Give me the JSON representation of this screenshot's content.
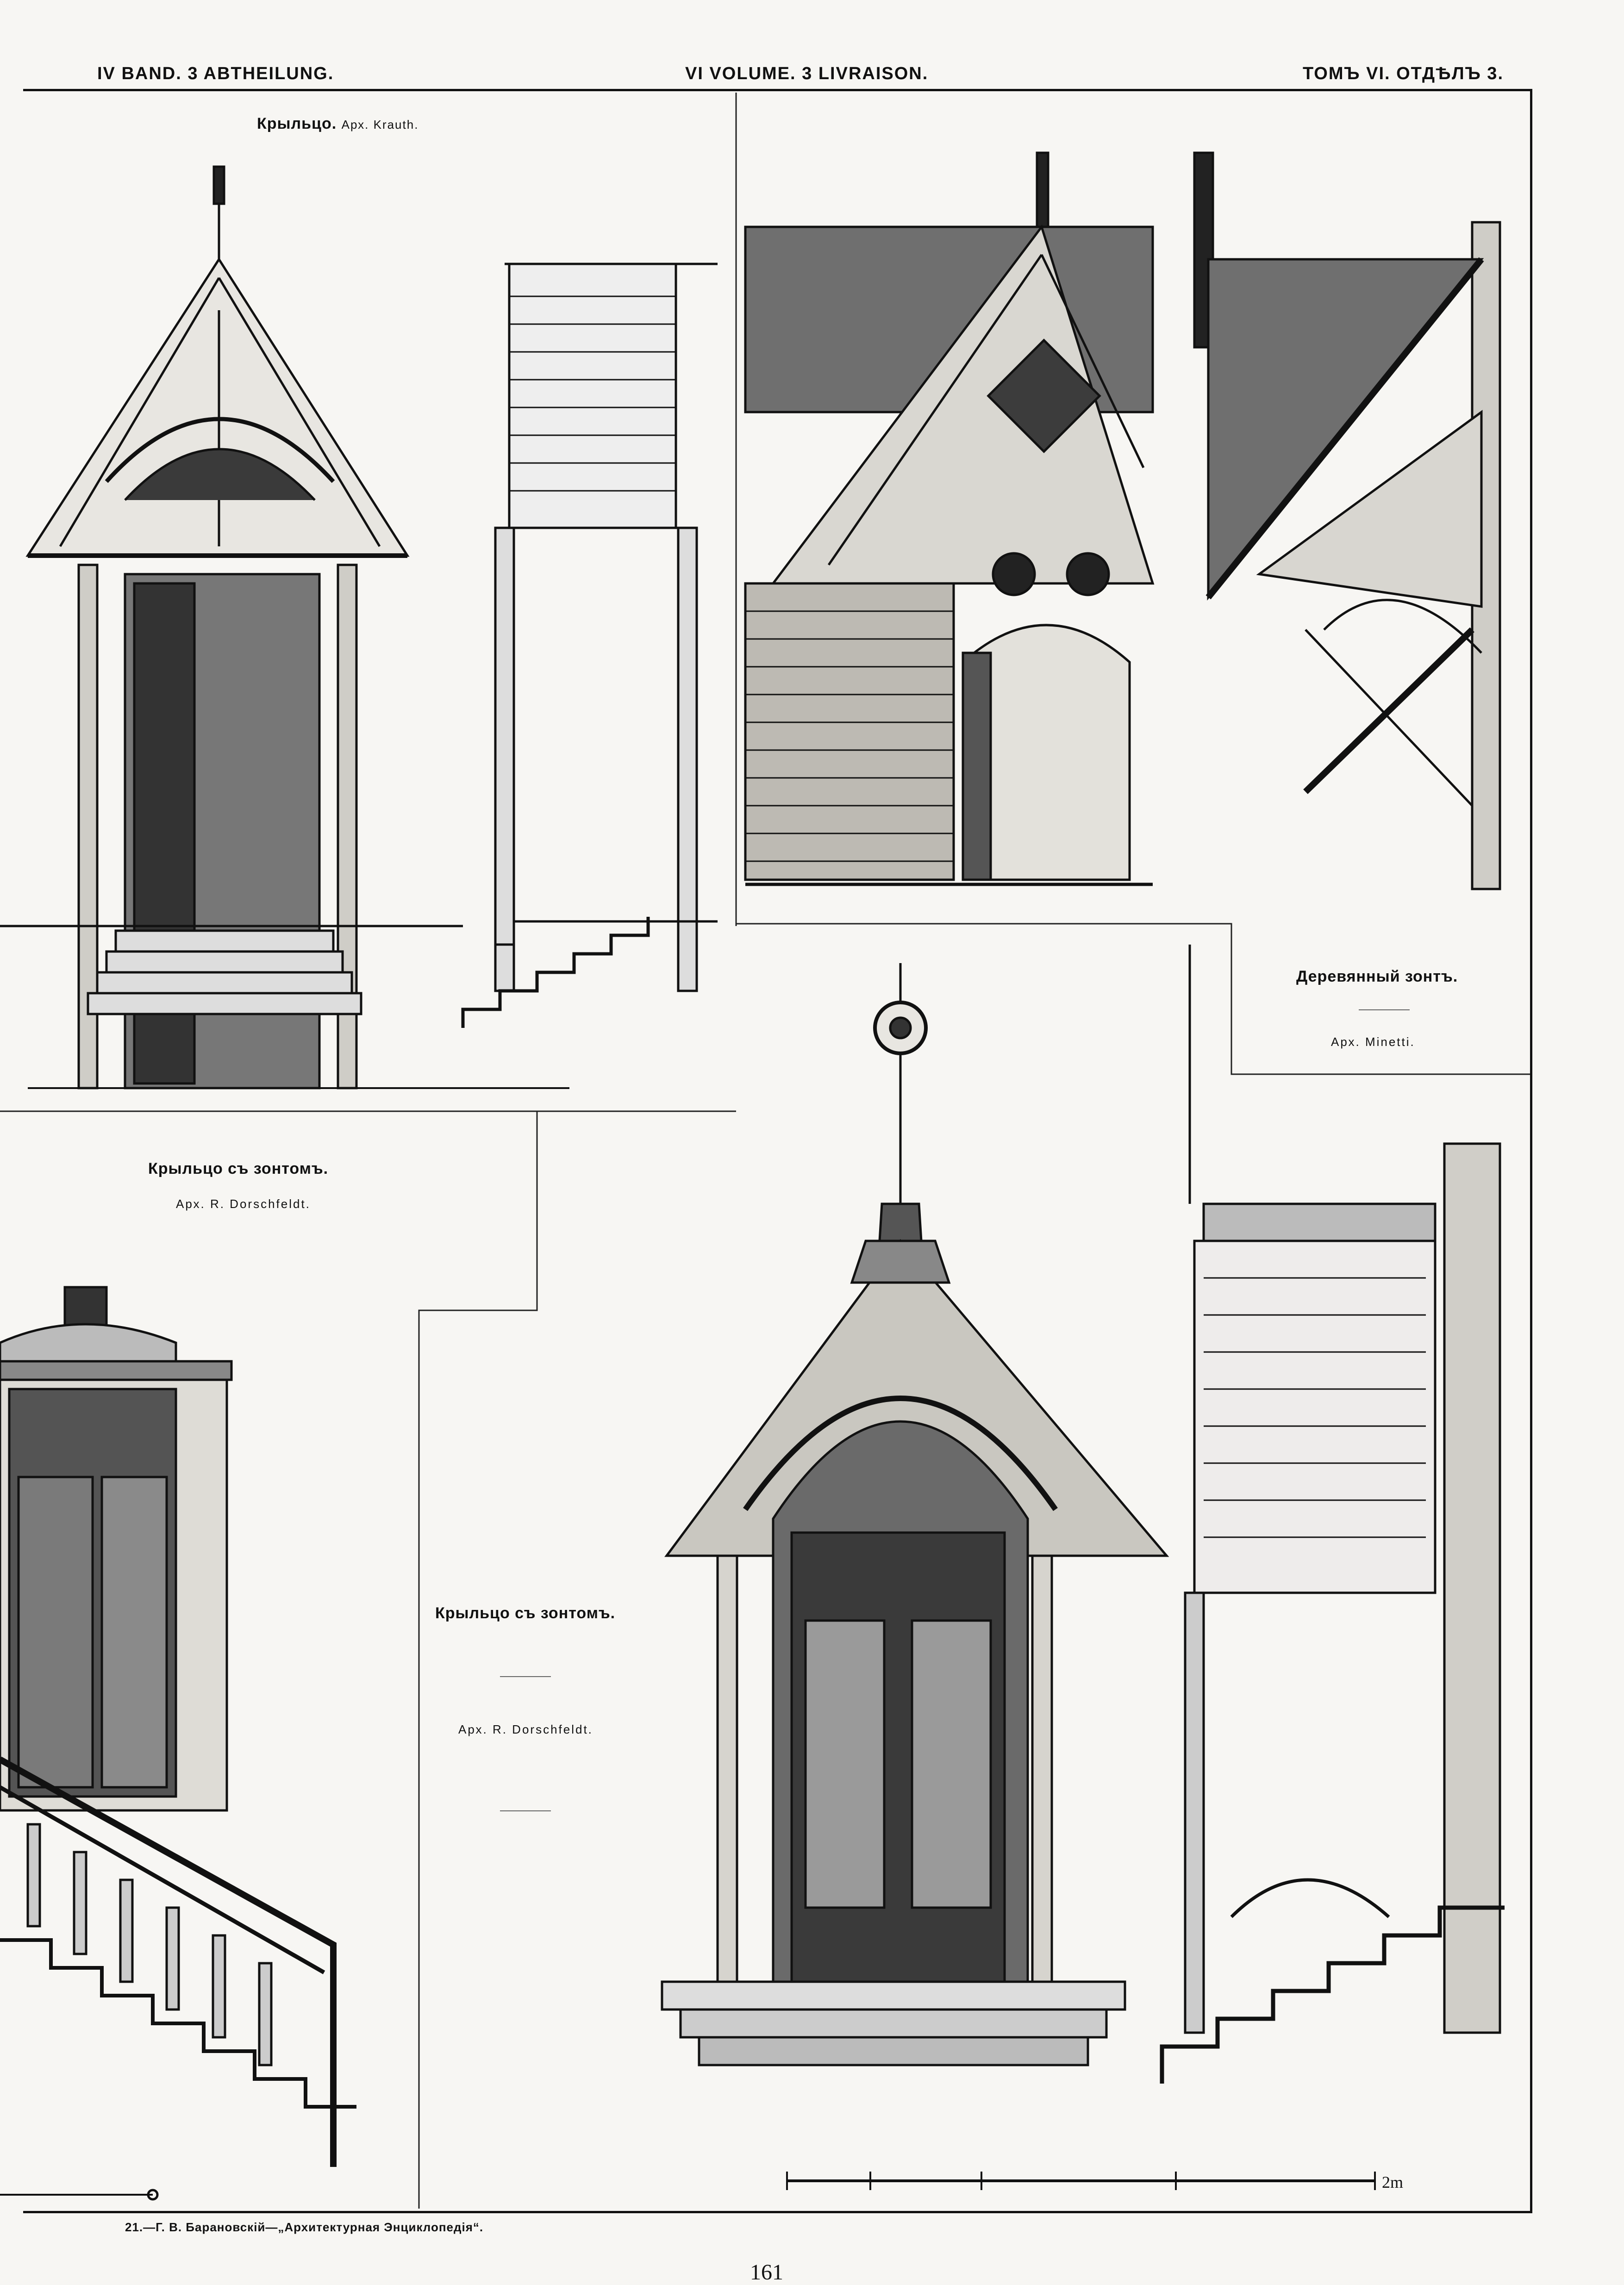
{
  "header": {
    "left": "IV BAND. 3 ABTHEILUNG.",
    "center": "VI VOLUME. 3 LIVRAISON.",
    "right": "ТОМЪ VI. ОТДѢЛЪ 3."
  },
  "plates": {
    "porch_krauth": {
      "title": "Крыльцо.",
      "author": "Арх. Krauth."
    },
    "wooden_canopy": {
      "title": "Деревянный зонтъ.",
      "author": "Арх. Minetti."
    },
    "porch_canopy_left": {
      "title": "Крыльцо съ зонтомъ.",
      "author": "Арх. R. Dorschfeldt."
    },
    "porch_canopy_center": {
      "title": "Крыльцо съ зонтомъ.",
      "author": "Арх. R. Dorschfeldt."
    }
  },
  "scale": {
    "label": "2m"
  },
  "footer": {
    "left": "21.—Г. В. Барановскій—„Архитектурная Энциклопедія“.",
    "page_number": "161"
  },
  "colors": {
    "ink": "#111111",
    "paper": "#f7f6f3"
  }
}
